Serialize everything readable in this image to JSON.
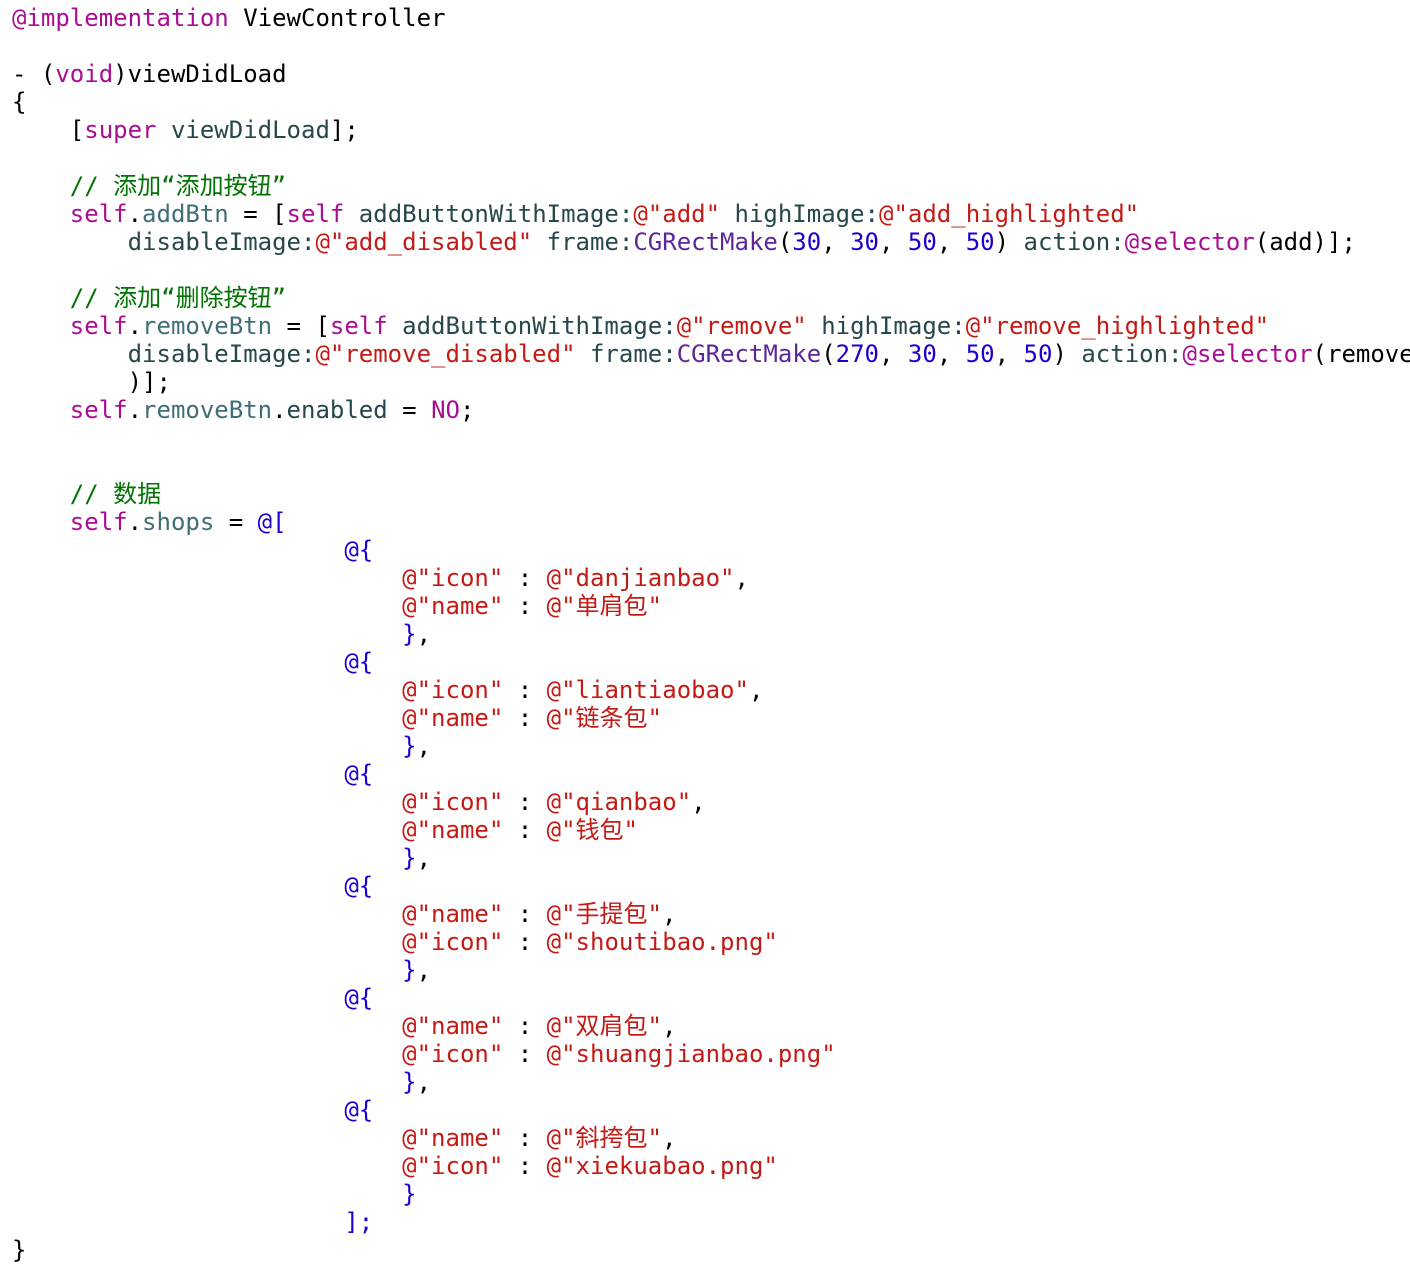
{
  "editor": {
    "language": "Objective-C",
    "colors": {
      "background": "#ffffff",
      "plain": "#000000",
      "keyword": "#aa0d91",
      "comment": "#007400",
      "string": "#c41a16",
      "number": "#1c00cf",
      "prop": "#3f6e74",
      "method": "#26474b",
      "class": "#5c2699",
      "literal": "#1c00cf"
    },
    "lines": [
      [
        [
          "keyword",
          "@implementation"
        ],
        [
          "plain",
          " ViewController"
        ]
      ],
      [],
      [
        [
          "plain",
          "- ("
        ],
        [
          "keyword",
          "void"
        ],
        [
          "plain",
          ")viewDidLoad"
        ]
      ],
      [
        [
          "plain",
          "{"
        ]
      ],
      [
        [
          "plain",
          "    ["
        ],
        [
          "keyword",
          "super"
        ],
        [
          "plain",
          " "
        ],
        [
          "method",
          "viewDidLoad"
        ],
        [
          "plain",
          "];"
        ]
      ],
      [],
      [
        [
          "comment",
          "    // 添加“添加按钮”"
        ]
      ],
      [
        [
          "plain",
          "    "
        ],
        [
          "keyword",
          "self"
        ],
        [
          "plain",
          "."
        ],
        [
          "prop",
          "addBtn"
        ],
        [
          "plain",
          " = ["
        ],
        [
          "keyword",
          "self"
        ],
        [
          "plain",
          " "
        ],
        [
          "method",
          "addButtonWithImage:"
        ],
        [
          "string",
          "@\"add\""
        ],
        [
          "plain",
          " "
        ],
        [
          "method",
          "highImage:"
        ],
        [
          "string",
          "@\"add_highlighted\""
        ]
      ],
      [
        [
          "plain",
          "        "
        ],
        [
          "method",
          "disableImage:"
        ],
        [
          "string",
          "@\"add_disabled\""
        ],
        [
          "plain",
          " "
        ],
        [
          "method",
          "frame:"
        ],
        [
          "class",
          "CGRectMake"
        ],
        [
          "plain",
          "("
        ],
        [
          "number",
          "30"
        ],
        [
          "plain",
          ", "
        ],
        [
          "number",
          "30"
        ],
        [
          "plain",
          ", "
        ],
        [
          "number",
          "50"
        ],
        [
          "plain",
          ", "
        ],
        [
          "number",
          "50"
        ],
        [
          "plain",
          ") "
        ],
        [
          "method",
          "action:"
        ],
        [
          "keyword",
          "@selector"
        ],
        [
          "plain",
          "(add)];"
        ]
      ],
      [],
      [
        [
          "comment",
          "    // 添加“删除按钮”"
        ]
      ],
      [
        [
          "plain",
          "    "
        ],
        [
          "keyword",
          "self"
        ],
        [
          "plain",
          "."
        ],
        [
          "prop",
          "removeBtn"
        ],
        [
          "plain",
          " = ["
        ],
        [
          "keyword",
          "self"
        ],
        [
          "plain",
          " "
        ],
        [
          "method",
          "addButtonWithImage:"
        ],
        [
          "string",
          "@\"remove\""
        ],
        [
          "plain",
          " "
        ],
        [
          "method",
          "highImage:"
        ],
        [
          "string",
          "@\"remove_highlighted\""
        ]
      ],
      [
        [
          "plain",
          "        "
        ],
        [
          "method",
          "disableImage:"
        ],
        [
          "string",
          "@\"remove_disabled\""
        ],
        [
          "plain",
          " "
        ],
        [
          "method",
          "frame:"
        ],
        [
          "class",
          "CGRectMake"
        ],
        [
          "plain",
          "("
        ],
        [
          "number",
          "270"
        ],
        [
          "plain",
          ", "
        ],
        [
          "number",
          "30"
        ],
        [
          "plain",
          ", "
        ],
        [
          "number",
          "50"
        ],
        [
          "plain",
          ", "
        ],
        [
          "number",
          "50"
        ],
        [
          "plain",
          ") "
        ],
        [
          "method",
          "action:"
        ],
        [
          "keyword",
          "@selector"
        ],
        [
          "plain",
          "(remove"
        ]
      ],
      [
        [
          "plain",
          "        )];"
        ]
      ],
      [
        [
          "plain",
          "    "
        ],
        [
          "keyword",
          "self"
        ],
        [
          "plain",
          "."
        ],
        [
          "prop",
          "removeBtn"
        ],
        [
          "plain",
          "."
        ],
        [
          "method",
          "enabled"
        ],
        [
          "plain",
          " = "
        ],
        [
          "keyword",
          "NO"
        ],
        [
          "plain",
          ";"
        ]
      ],
      [],
      [],
      [
        [
          "comment",
          "    // 数据"
        ]
      ],
      [
        [
          "plain",
          "    "
        ],
        [
          "keyword",
          "self"
        ],
        [
          "plain",
          "."
        ],
        [
          "prop",
          "shops"
        ],
        [
          "plain",
          " = "
        ],
        [
          "literal",
          "@["
        ]
      ],
      [
        [
          "plain",
          "                       "
        ],
        [
          "literal",
          "@{"
        ]
      ],
      [
        [
          "plain",
          "                           "
        ],
        [
          "string",
          "@\"icon\""
        ],
        [
          "plain",
          " : "
        ],
        [
          "string",
          "@\"danjianbao\""
        ],
        [
          "plain",
          ","
        ]
      ],
      [
        [
          "plain",
          "                           "
        ],
        [
          "string",
          "@\"name\""
        ],
        [
          "plain",
          " : "
        ],
        [
          "string",
          "@\"单肩包\""
        ]
      ],
      [
        [
          "plain",
          "                           "
        ],
        [
          "literal",
          "}"
        ],
        [
          "plain",
          ","
        ]
      ],
      [
        [
          "plain",
          "                       "
        ],
        [
          "literal",
          "@{"
        ]
      ],
      [
        [
          "plain",
          "                           "
        ],
        [
          "string",
          "@\"icon\""
        ],
        [
          "plain",
          " : "
        ],
        [
          "string",
          "@\"liantiaobao\""
        ],
        [
          "plain",
          ","
        ]
      ],
      [
        [
          "plain",
          "                           "
        ],
        [
          "string",
          "@\"name\""
        ],
        [
          "plain",
          " : "
        ],
        [
          "string",
          "@\"链条包\""
        ]
      ],
      [
        [
          "plain",
          "                           "
        ],
        [
          "literal",
          "}"
        ],
        [
          "plain",
          ","
        ]
      ],
      [
        [
          "plain",
          "                       "
        ],
        [
          "literal",
          "@{"
        ]
      ],
      [
        [
          "plain",
          "                           "
        ],
        [
          "string",
          "@\"icon\""
        ],
        [
          "plain",
          " : "
        ],
        [
          "string",
          "@\"qianbao\""
        ],
        [
          "plain",
          ","
        ]
      ],
      [
        [
          "plain",
          "                           "
        ],
        [
          "string",
          "@\"name\""
        ],
        [
          "plain",
          " : "
        ],
        [
          "string",
          "@\"钱包\""
        ]
      ],
      [
        [
          "plain",
          "                           "
        ],
        [
          "literal",
          "}"
        ],
        [
          "plain",
          ","
        ]
      ],
      [
        [
          "plain",
          "                       "
        ],
        [
          "literal",
          "@{"
        ]
      ],
      [
        [
          "plain",
          "                           "
        ],
        [
          "string",
          "@\"name\""
        ],
        [
          "plain",
          " : "
        ],
        [
          "string",
          "@\"手提包\""
        ],
        [
          "plain",
          ","
        ]
      ],
      [
        [
          "plain",
          "                           "
        ],
        [
          "string",
          "@\"icon\""
        ],
        [
          "plain",
          " : "
        ],
        [
          "string",
          "@\"shoutibao.png\""
        ]
      ],
      [
        [
          "plain",
          "                           "
        ],
        [
          "literal",
          "}"
        ],
        [
          "plain",
          ","
        ]
      ],
      [
        [
          "plain",
          "                       "
        ],
        [
          "literal",
          "@{"
        ]
      ],
      [
        [
          "plain",
          "                           "
        ],
        [
          "string",
          "@\"name\""
        ],
        [
          "plain",
          " : "
        ],
        [
          "string",
          "@\"双肩包\""
        ],
        [
          "plain",
          ","
        ]
      ],
      [
        [
          "plain",
          "                           "
        ],
        [
          "string",
          "@\"icon\""
        ],
        [
          "plain",
          " : "
        ],
        [
          "string",
          "@\"shuangjianbao.png\""
        ]
      ],
      [
        [
          "plain",
          "                           "
        ],
        [
          "literal",
          "}"
        ],
        [
          "plain",
          ","
        ]
      ],
      [
        [
          "plain",
          "                       "
        ],
        [
          "literal",
          "@{"
        ]
      ],
      [
        [
          "plain",
          "                           "
        ],
        [
          "string",
          "@\"name\""
        ],
        [
          "plain",
          " : "
        ],
        [
          "string",
          "@\"斜挎包\""
        ],
        [
          "plain",
          ","
        ]
      ],
      [
        [
          "plain",
          "                           "
        ],
        [
          "string",
          "@\"icon\""
        ],
        [
          "plain",
          " : "
        ],
        [
          "string",
          "@\"xiekuabao.png\""
        ]
      ],
      [
        [
          "plain",
          "                           "
        ],
        [
          "literal",
          "}"
        ]
      ],
      [
        [
          "plain",
          "                       "
        ],
        [
          "literal",
          "];"
        ]
      ],
      [
        [
          "plain",
          "}"
        ]
      ]
    ]
  }
}
